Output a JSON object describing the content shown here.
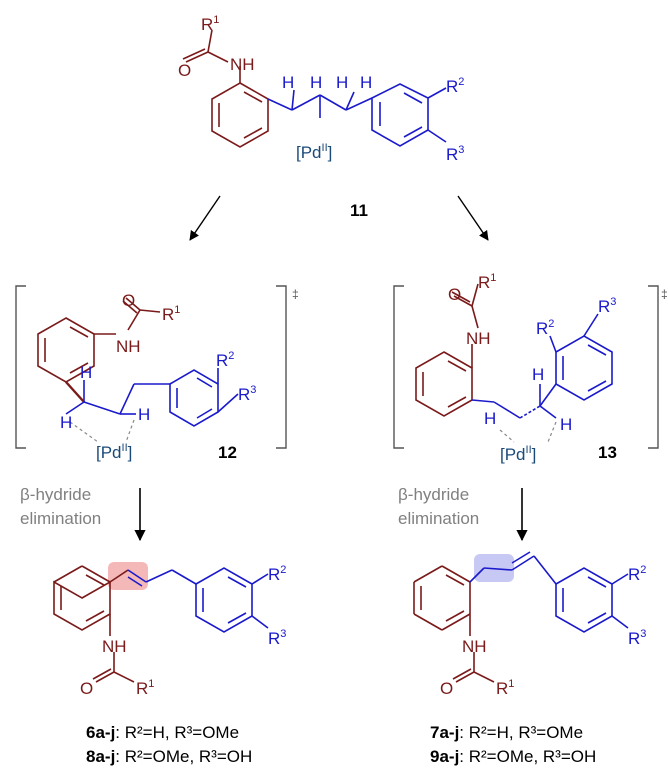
{
  "colors": {
    "aryl": "#7a1a1a",
    "benzyl": "#1a1acc",
    "pd": "#1a4a7a",
    "gray": "#808080",
    "black": "#000000",
    "highlight_red": "#f4b8b8",
    "highlight_blue": "#c8c8f4"
  },
  "atoms": {
    "r": "R",
    "one": "1",
    "two": "2",
    "three": "3",
    "o": "O",
    "nh": "NH",
    "h": "H",
    "pd_open": "[Pd",
    "pd_ox": "II",
    "pd_close": "]",
    "dagger": "‡"
  },
  "compounds": {
    "c11": "11",
    "c12": "12",
    "c13": "13"
  },
  "step": {
    "line1": "β-hydride",
    "line2": "elimination"
  },
  "products": {
    "left": [
      {
        "id": "6a-j",
        "text": ": R²=H, R³=OMe"
      },
      {
        "id": "8a-j",
        "text": ": R²=OMe, R³=OH"
      }
    ],
    "right": [
      {
        "id": "7a-j",
        "text": ": R²=H, R³=OMe"
      },
      {
        "id": "9a-j",
        "text": ": R²=OMe, R³=OH"
      }
    ]
  }
}
